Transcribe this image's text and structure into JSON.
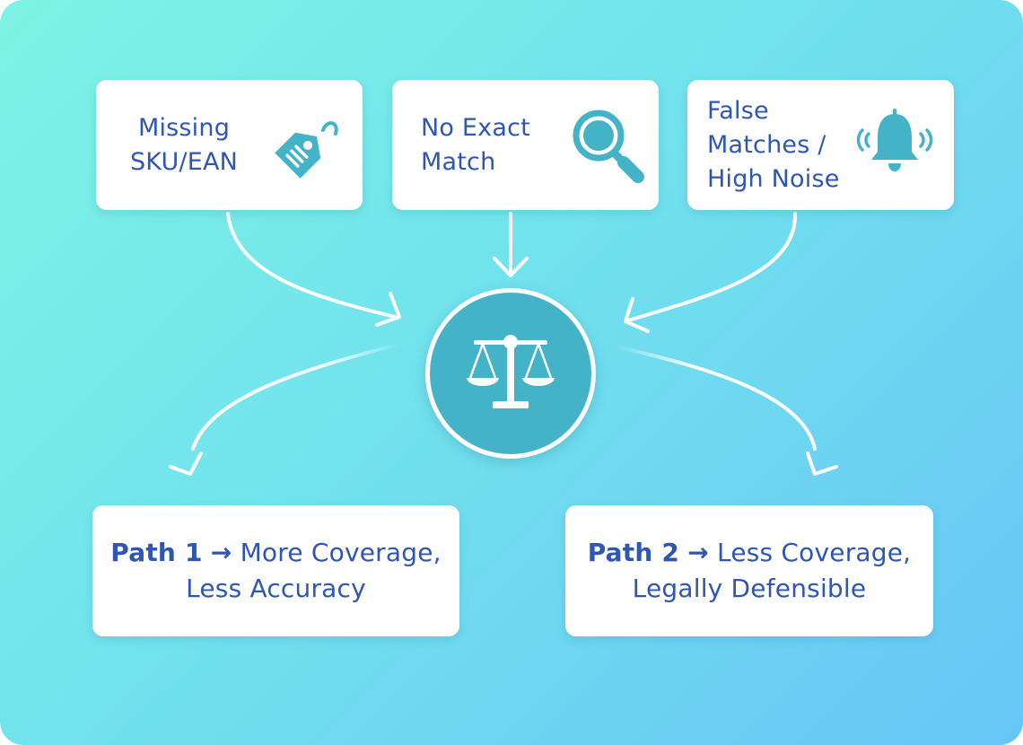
{
  "colors": {
    "text": "#2f56b2",
    "icon": "#45b3c7",
    "hub": "#45b3c7",
    "card": "#ffffff"
  },
  "issues": [
    {
      "label": "Missing\nSKU/EAN",
      "icon": "price-tag-icon"
    },
    {
      "label": "No Exact\nMatch",
      "icon": "magnifier-icon"
    },
    {
      "label": "False\nMatches /\nHigh Noise",
      "icon": "ringing-bell-icon"
    }
  ],
  "hub": {
    "icon": "balance-scale-icon"
  },
  "paths": [
    {
      "label": "Path 1",
      "arrow": "→",
      "line1": "More Coverage,",
      "line2": "Less Accuracy"
    },
    {
      "label": "Path 2",
      "arrow": "→",
      "line1": "Less Coverage,",
      "line2": "Legally Defensible"
    }
  ]
}
